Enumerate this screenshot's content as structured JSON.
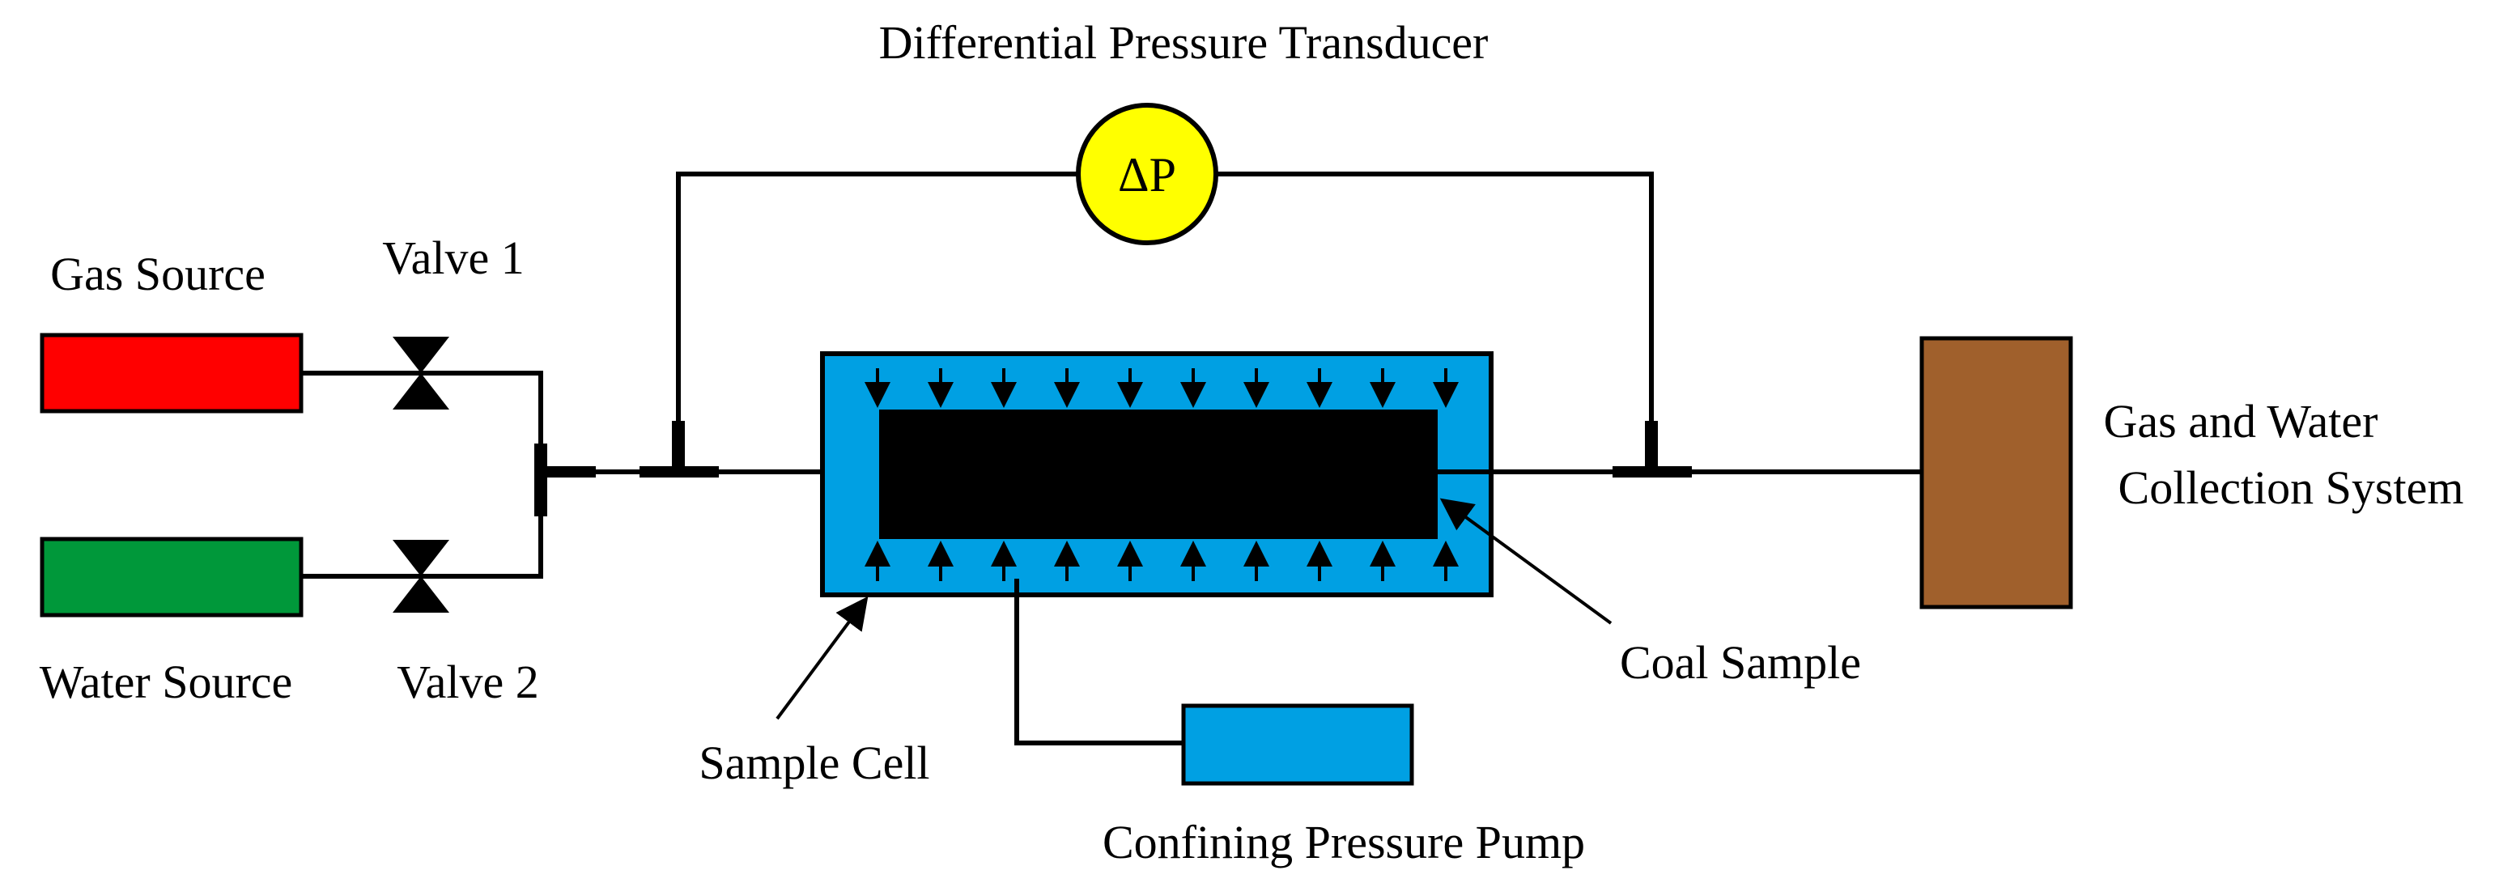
{
  "labels": {
    "transducer": "Differential Pressure Transducer",
    "gas_source": "Gas Source",
    "water_source": "Water Source",
    "valve1": "Valve  1",
    "valve2": "Valve  2",
    "sample_cell": "Sample Cell",
    "coal_sample": "Coal Sample",
    "pump": "Confining Pressure Pump",
    "collection_line1": "Gas and Water",
    "collection_line2": "Collection System",
    "delta_p": "ΔP"
  },
  "colors": {
    "gas_source": "#ff0000",
    "water_source": "#00983a",
    "confining_fluid": "#00a0e3",
    "transducer": "#ffff00",
    "collection_system": "#a0602c",
    "coal": "#000000"
  }
}
